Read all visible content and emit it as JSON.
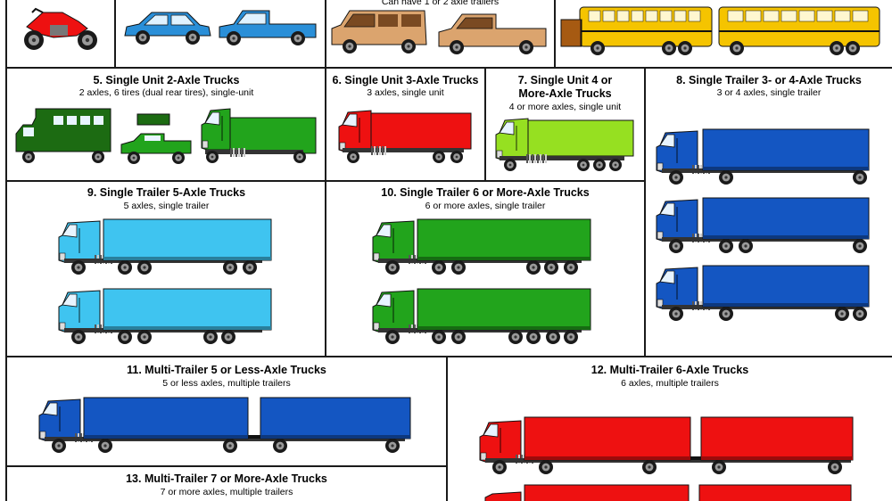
{
  "colors": {
    "red": "#ee1111",
    "car_blue": "#2a8fd8",
    "tan": "#dba46e",
    "bus_yellow": "#f5c400",
    "dark_green": "#1c6b12",
    "green": "#22a41c",
    "lime": "#96e021",
    "truck_blue": "#1456c2",
    "sky_blue": "#3fc4f0",
    "grid_line": "#1a1a1a"
  },
  "header_row": {
    "class_3_subtitle": "Can have 1 or 2 axle trailers"
  },
  "classes": [
    {
      "id": "5",
      "title": "5. Single Unit 2-Axle Trucks",
      "subtitle": "2 axles, 6 tires (dual rear tires), single-unit"
    },
    {
      "id": "6",
      "title": "6. Single Unit 3-Axle Trucks",
      "subtitle": "3 axles, single unit"
    },
    {
      "id": "7",
      "title_line1": "7. Single Unit 4 or",
      "title_line2": "More-Axle Trucks",
      "subtitle": "4 or more axles, single unit"
    },
    {
      "id": "8",
      "title": "8. Single Trailer 3- or 4-Axle Trucks",
      "subtitle": "3 or 4 axles, single trailer"
    },
    {
      "id": "9",
      "title": "9. Single Trailer 5-Axle Trucks",
      "subtitle": "5 axles, single trailer"
    },
    {
      "id": "10",
      "title": "10. Single Trailer 6 or More-Axle Trucks",
      "subtitle": "6 or more axles, single trailer"
    },
    {
      "id": "11",
      "title": "11. Multi-Trailer 5 or Less-Axle Trucks",
      "subtitle": "5 or less axles, multiple trailers"
    },
    {
      "id": "12",
      "title": "12. Multi-Trailer 6-Axle Trucks",
      "subtitle": "6 axles, multiple trailers"
    },
    {
      "id": "13",
      "title": "13. Multi-Trailer 7 or More-Axle Trucks",
      "subtitle": "7 or more axles, multiple trailers"
    }
  ]
}
